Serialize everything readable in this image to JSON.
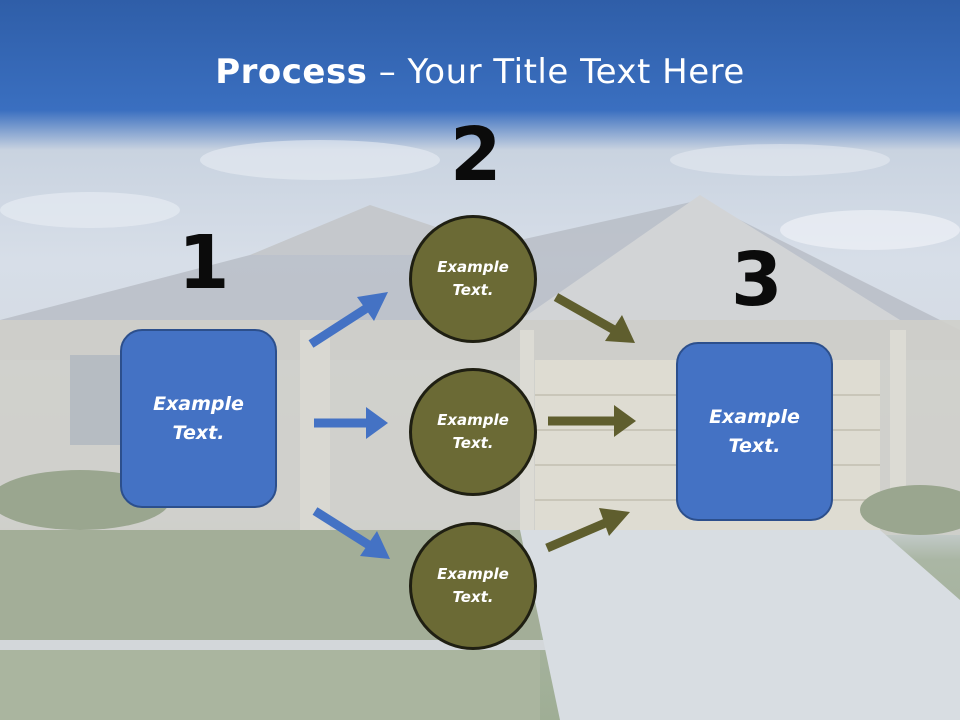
{
  "title": {
    "bold": "Process",
    "rest": " – Your Title Text Here"
  },
  "steps": {
    "one": {
      "number": "1",
      "box_text": [
        "Example",
        "Text."
      ]
    },
    "two": {
      "number": "2",
      "circles": [
        {
          "text": [
            "Example",
            "Text."
          ]
        },
        {
          "text": [
            "Example",
            "Text."
          ]
        },
        {
          "text": [
            "Example",
            "Text."
          ]
        }
      ]
    },
    "three": {
      "number": "3",
      "box_text": [
        "Example",
        "Text."
      ]
    }
  },
  "colors": {
    "box_fill": "#4472c4",
    "circle_fill": "#6b6a35",
    "blue_arrow": "#4472c4",
    "olive_arrow": "#5f5e2e"
  }
}
